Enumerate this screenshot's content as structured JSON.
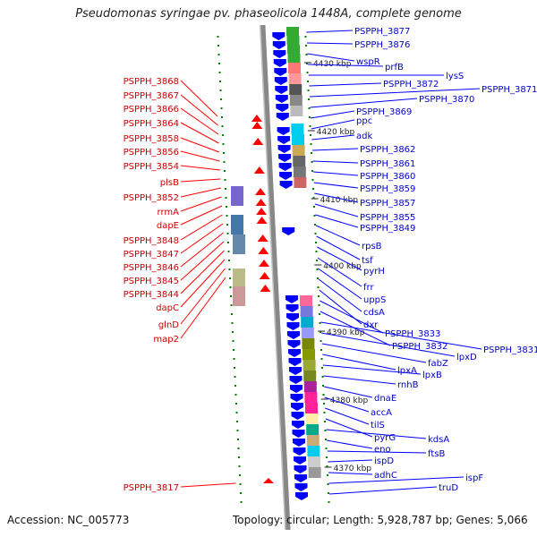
{
  "title": "Pseudomonas syringae pv. phaseolicola 1448A, complete genome",
  "accession": "Accession: NC_005773",
  "topology": "Topology: circular; Length: 5,928,787 bp; Genes: 5,066",
  "colors": {
    "backbone": "#888888",
    "forward": "#0000ff",
    "reverse": "#ff0000",
    "tick": "#008000",
    "right_label": "#0000cc",
    "left_label": "#cc0000"
  },
  "scale_labels": [
    "4430 kbp",
    "4420 kbp",
    "4410 kbp",
    "4400 kbp",
    "4390 kbp",
    "4380 kbp",
    "4370 kbp"
  ],
  "left_genes": [
    "PSPPH_3868",
    "PSPPH_3867",
    "PSPPH_3866",
    "PSPPH_3864",
    "PSPPH_3858",
    "PSPPH_3856",
    "PSPPH_3854",
    "plsB",
    "PSPPH_3852",
    "rrmA",
    "dapE",
    "PSPPH_3848",
    "PSPPH_3847",
    "PSPPH_3846",
    "PSPPH_3845",
    "PSPPH_3844",
    "dapC",
    "glnD",
    "map2",
    "PSPPH_3817"
  ],
  "right_genes": [
    "PSPPH_3877",
    "PSPPH_3876",
    "wspR",
    "prfB",
    "lysS",
    "PSPPH_3872",
    "PSPPH_3871",
    "PSPPH_3870",
    "PSPPH_3869",
    "ppc",
    "adk",
    "PSPPH_3862",
    "PSPPH_3861",
    "PSPPH_3860",
    "PSPPH_3859",
    "PSPPH_3857",
    "PSPPH_3855",
    "PSPPH_3849",
    "rpsB",
    "tsf",
    "pyrH",
    "frr",
    "uppS",
    "cdsA",
    "dxr",
    "PSPPH_3833",
    "PSPPH_3832",
    "PSPPH_3831",
    "lpxD",
    "fabZ",
    "lpxA",
    "lpxB",
    "rnhB",
    "dnaE",
    "accA",
    "tilS",
    "pyrG",
    "kdsA",
    "eno",
    "ftsB",
    "ispD",
    "adhC",
    "ispF",
    "truD"
  ]
}
